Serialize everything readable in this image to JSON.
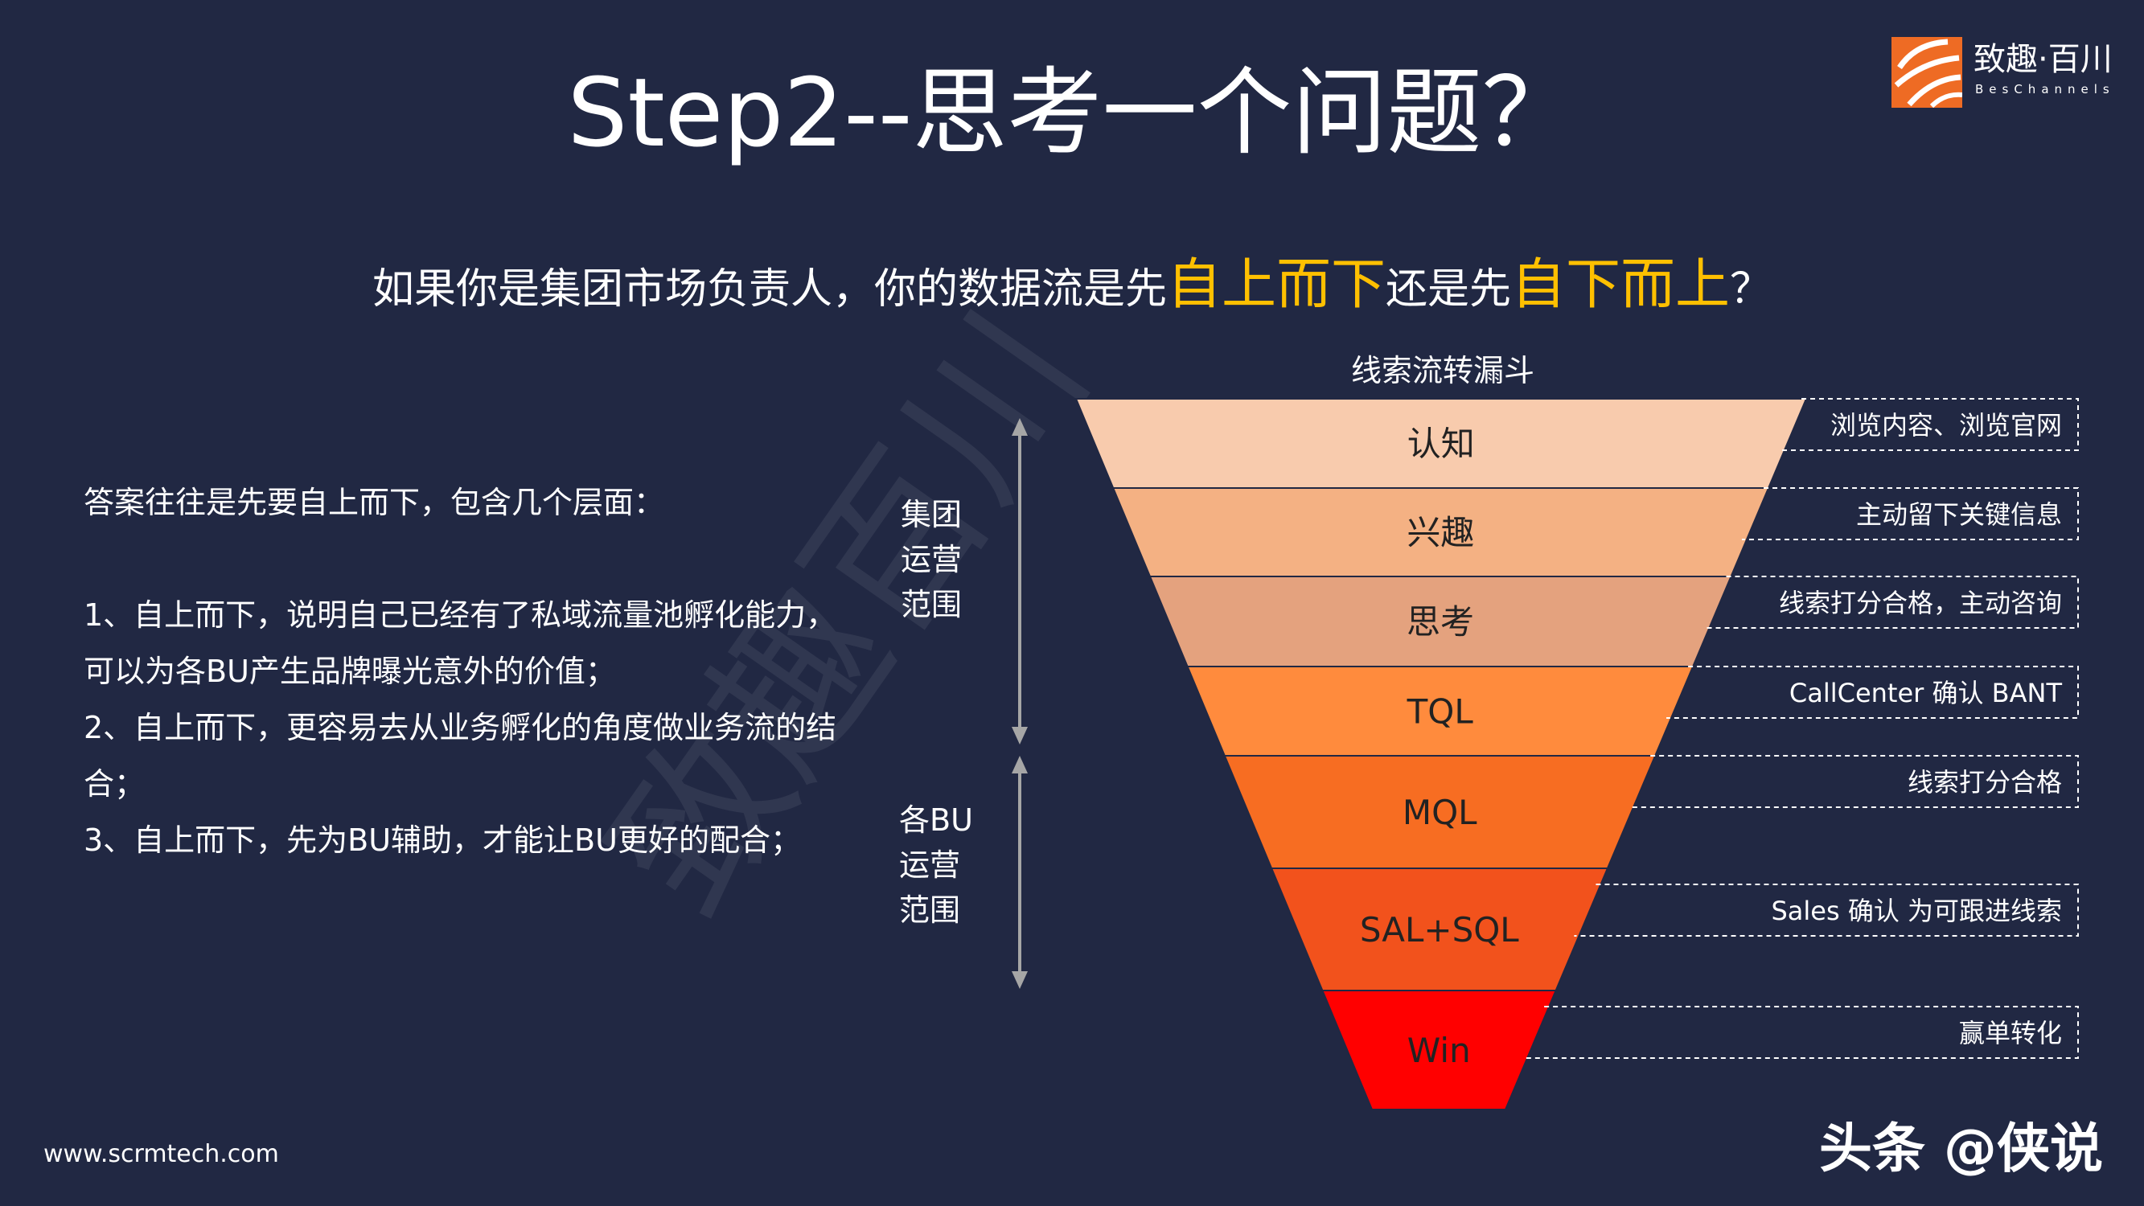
{
  "title": "Step2--思考一个问题？",
  "question": {
    "prefix": "如果你是集团市场负责人，你的数据流是先",
    "hl1": "自上而下",
    "middle": "还是先",
    "hl2": "自下而上",
    "suffix": "？"
  },
  "logo": {
    "name_cn": "致趣·百川",
    "name_en": "BesChannels"
  },
  "watermark": "致趣百川",
  "answer": {
    "intro": "答案往往是先要自上而下，包含几个层面：",
    "point1_line1": "1、自上而下，说明自己已经有了私域流量池孵化能力，",
    "point1_line2": "可以为各BU产生品牌曝光意外的价值；",
    "point2_line1": "2、自上而下，更容易去从业务孵化的角度做业务流的结",
    "point2_line2": "合；",
    "point3": "3、自上而下，先为BU辅助，才能让BU更好的配合；"
  },
  "scope": {
    "group_lines": [
      "集团",
      "运营",
      "范围"
    ],
    "bu_lines": [
      "各BU",
      "运营",
      "范围"
    ]
  },
  "funnel": {
    "title": "线索流转漏斗",
    "stages": [
      {
        "label": "认知",
        "desc": "浏览内容、浏览官网",
        "color": "#f8cbad",
        "text_color": "#222222"
      },
      {
        "label": "兴趣",
        "desc": "主动留下关键信息",
        "color": "#f4b183",
        "text_color": "#222222"
      },
      {
        "label": "思考",
        "desc": "线索打分合格，主动咨询",
        "color": "#e4a27e",
        "text_color": "#222222"
      },
      {
        "label": "TQL",
        "desc": "CallCenter 确认 BANT",
        "color": "#ff8b3d",
        "text_color": "#222222"
      },
      {
        "label": "MQL",
        "desc": "线索打分合格",
        "color": "#f76d22",
        "text_color": "#222222"
      },
      {
        "label": "SAL+SQL",
        "desc": "Sales 确认 为可跟进线索",
        "color": "#f2521c",
        "text_color": "#222222"
      },
      {
        "label": "Win",
        "desc": "赢单转化",
        "color": "#ff0000",
        "text_color": "#222222"
      }
    ]
  },
  "footer": {
    "site": "www.scrmtech.com",
    "credit": "头条 @侠说"
  },
  "colors": {
    "background": "#212843",
    "highlight": "#ffc000",
    "brand": "#ee6b24",
    "arrow": "#a6a6a6"
  }
}
